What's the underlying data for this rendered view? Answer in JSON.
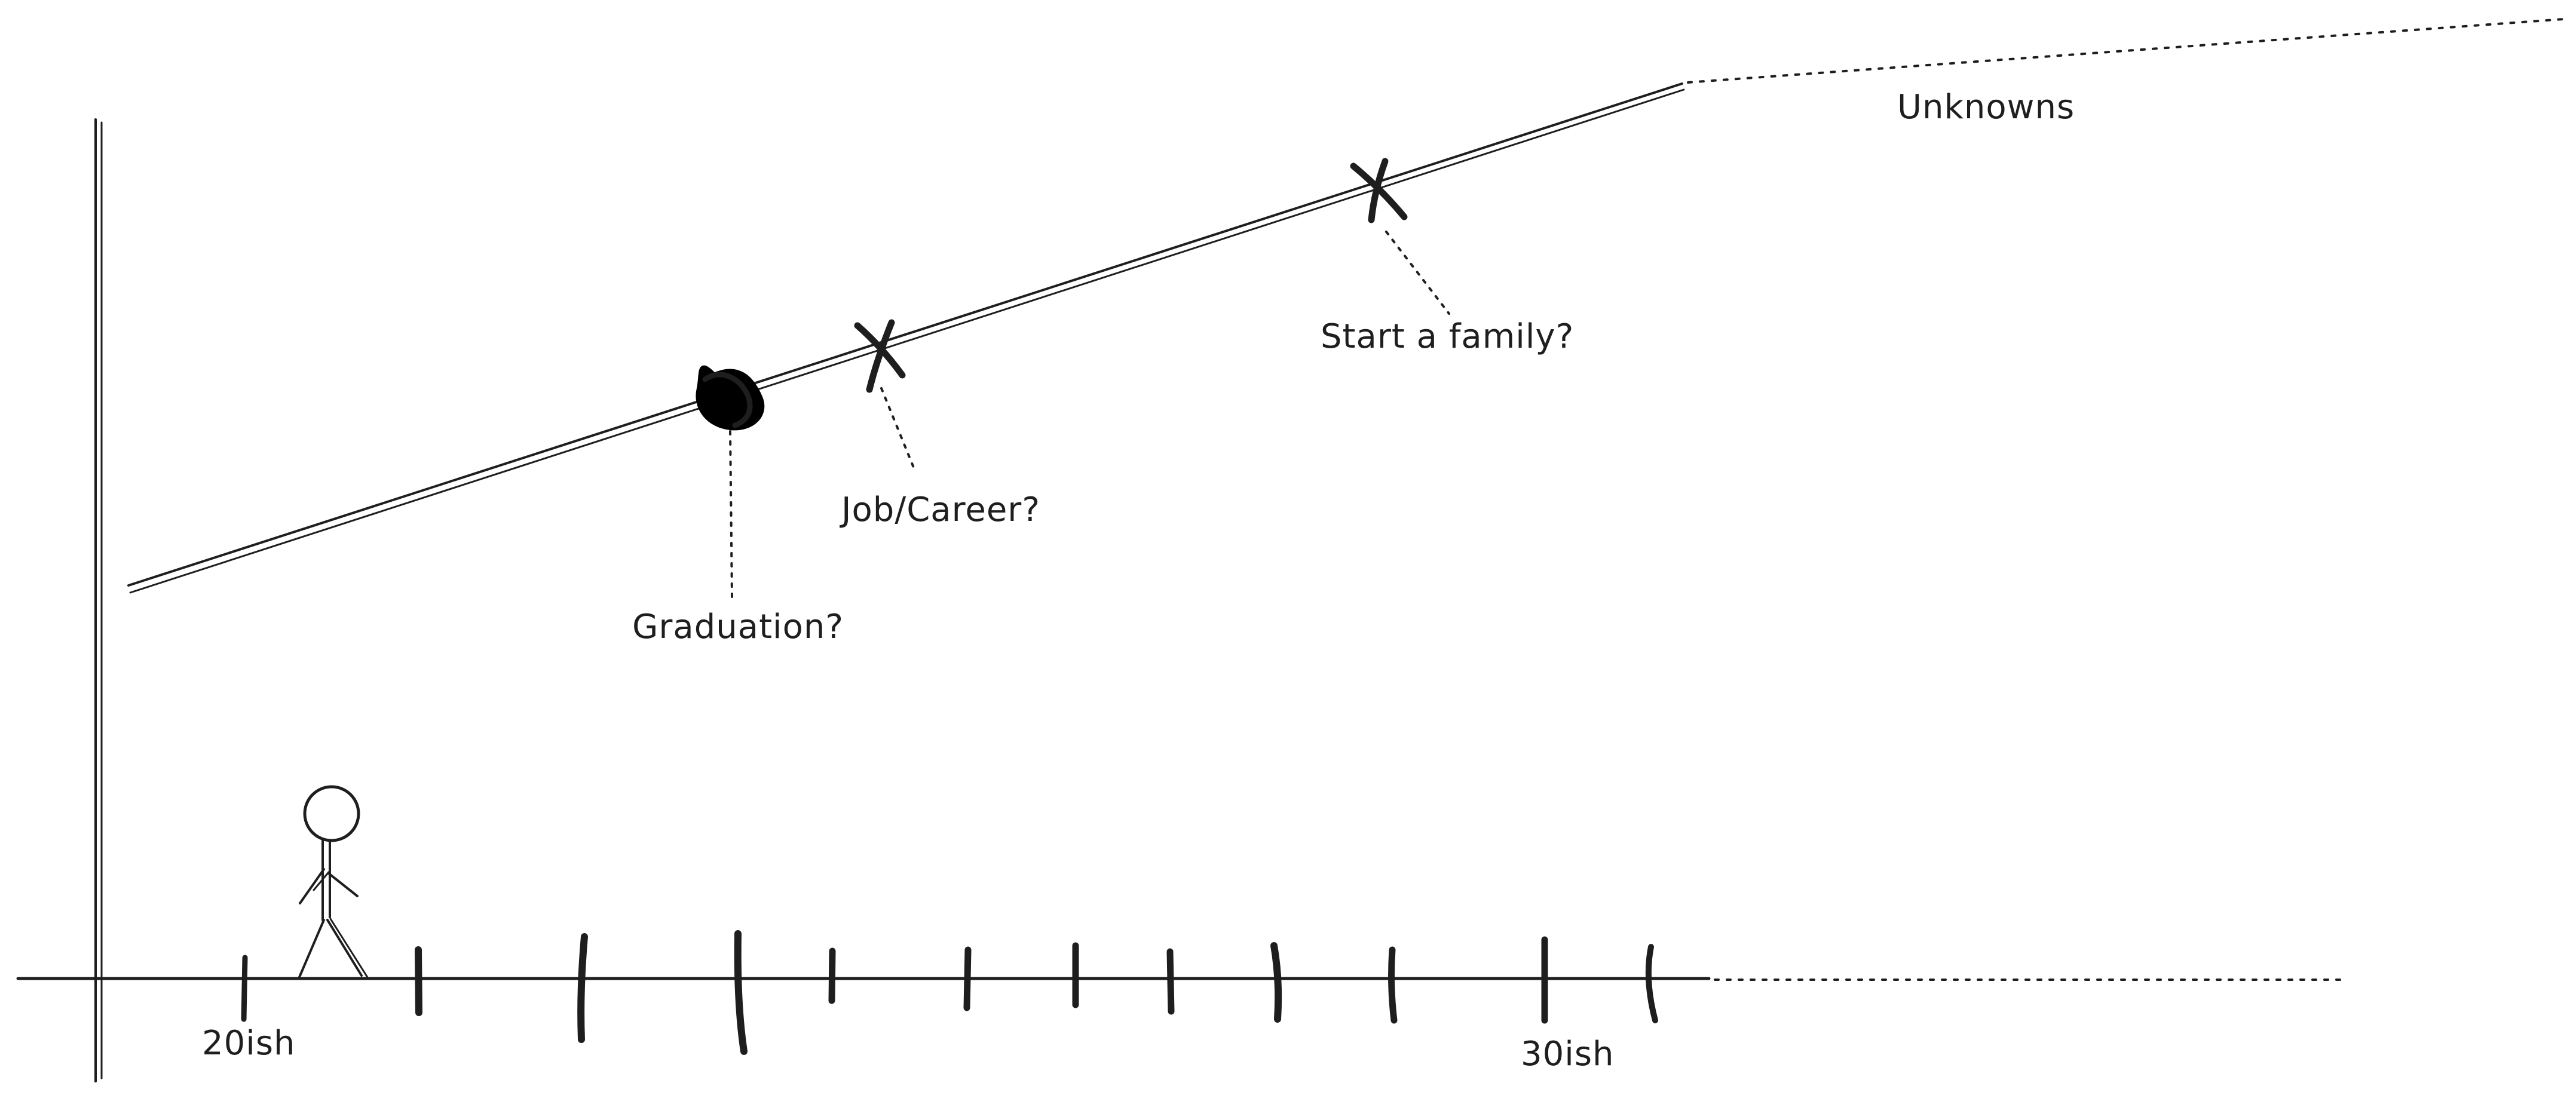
{
  "labels": {
    "unknowns": "Unknowns",
    "start_family": "Start a family?",
    "job_career": "Job/Career?",
    "graduation": "Graduation?",
    "age_start": "20ish",
    "age_end": "30ish"
  },
  "icons": {
    "figure": "stick-figure-icon",
    "graduation_marker": "filled-blob-icon",
    "milestone_marker": "x-mark-icon"
  },
  "colors": {
    "ink": "#1e1e1e",
    "background": "#ffffff"
  }
}
